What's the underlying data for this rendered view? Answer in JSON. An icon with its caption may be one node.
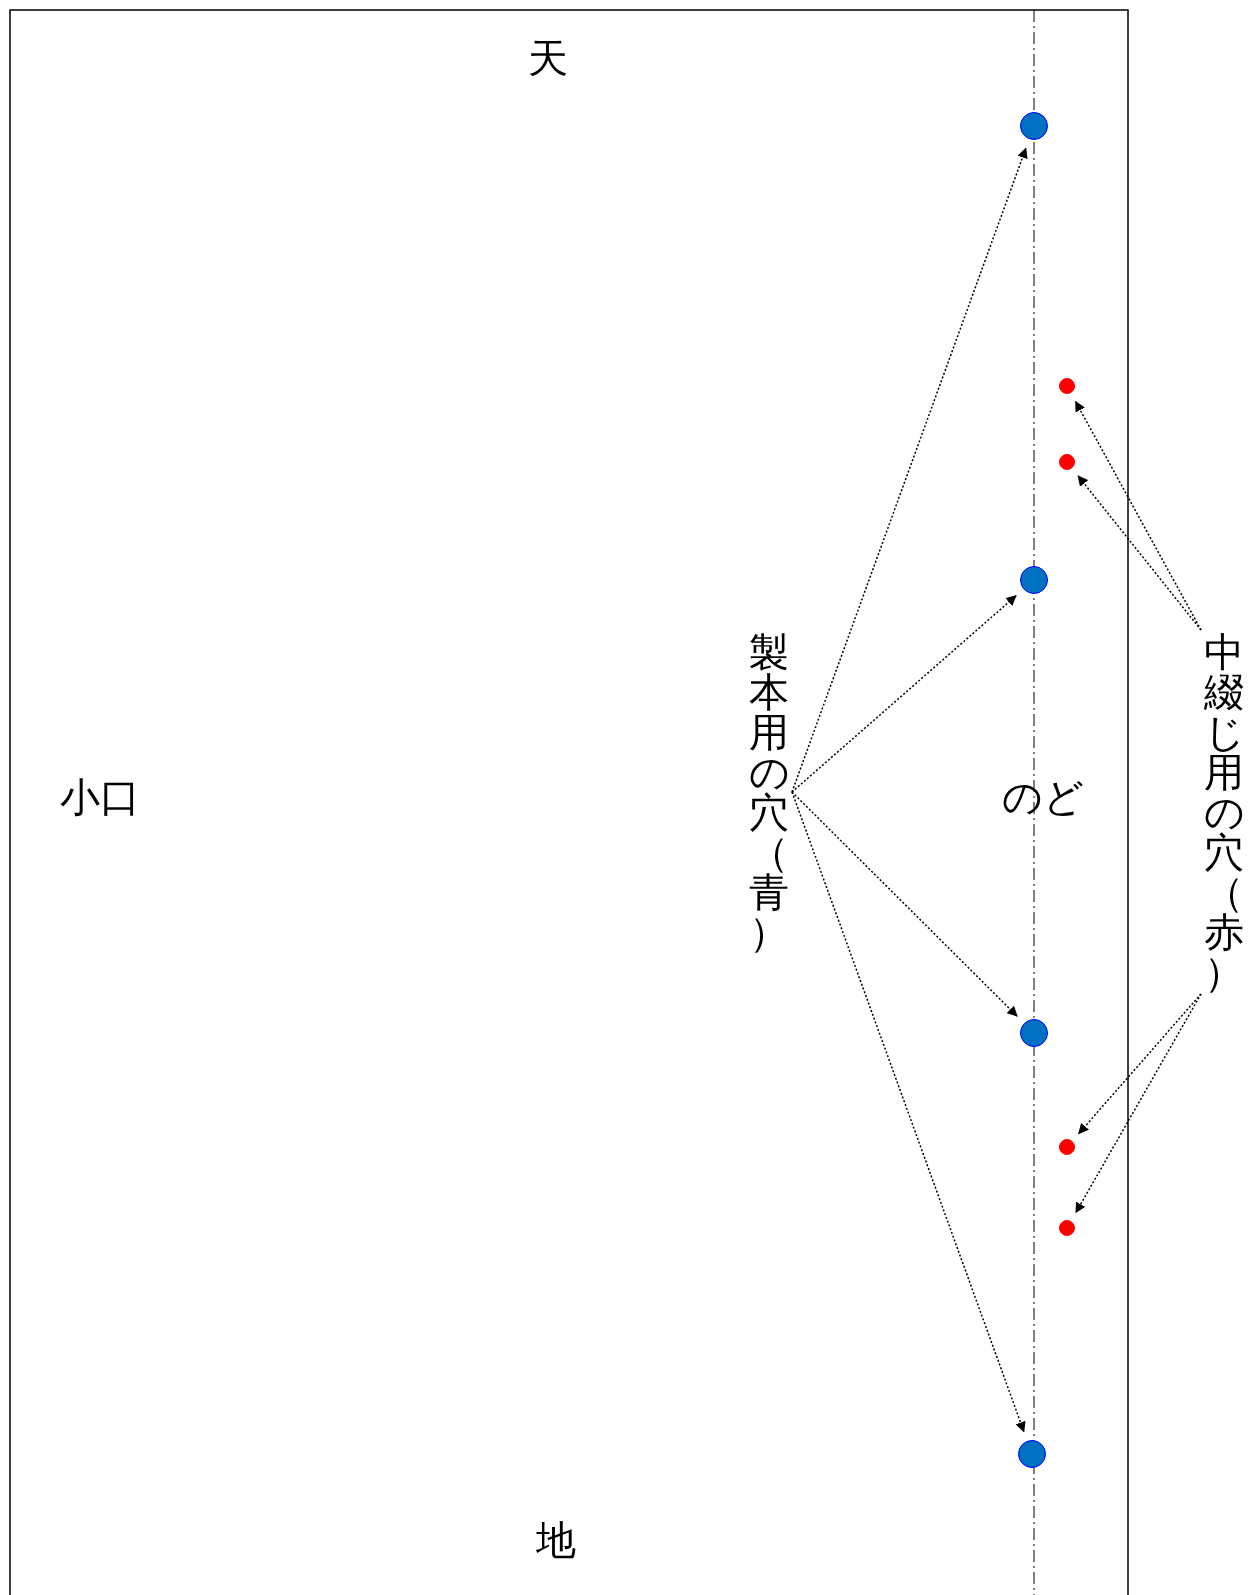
{
  "diagram": {
    "nodes": [
      {
        "text": [
          "製本用の穴（青）"
        ]
      },
      {
        "text": [
          "中綴じ用の穴（赤）"
        ]
      },
      {
        "text": [],
        "shape": "circle"
      },
      {
        "text": [],
        "shape": "circle"
      },
      {
        "text": [],
        "shape": "circle"
      },
      {
        "text": [],
        "shape": "circle"
      },
      {
        "text": [],
        "shape": "circle"
      },
      {
        "text": [],
        "shape": "circle"
      },
      {
        "text": [],
        "shape": "circle"
      },
      {
        "text": [],
        "shape": "circle"
      }
    ],
    "edges": [
      {
        "from": 0,
        "to": 2,
        "arrow": "to"
      },
      {
        "from": 0,
        "to": 3,
        "arrow": "to"
      },
      {
        "from": 0,
        "to": 4,
        "arrow": "to"
      },
      {
        "from": 0,
        "to": 5,
        "arrow": "to"
      },
      {
        "from": 1,
        "to": 6,
        "arrow": "to"
      },
      {
        "from": 1,
        "to": 7,
        "arrow": "to"
      },
      {
        "from": 1,
        "to": 8,
        "arrow": "to"
      },
      {
        "from": 1,
        "to": 9,
        "arrow": "to"
      }
    ],
    "labels": [
      "天",
      "小口",
      "のど",
      "地"
    ]
  }
}
